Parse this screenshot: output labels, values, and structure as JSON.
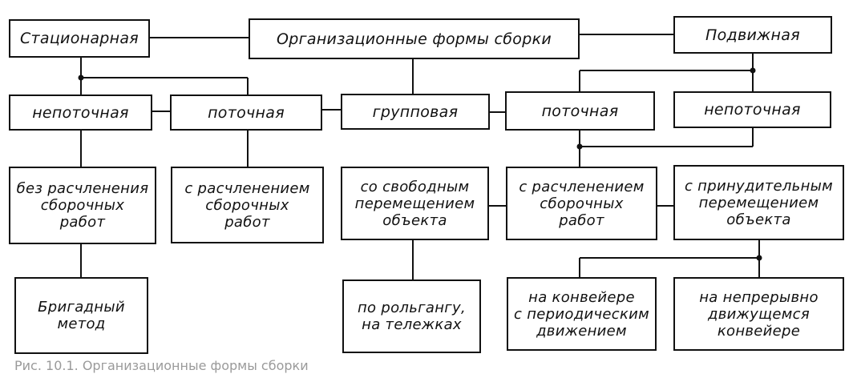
{
  "diagram": {
    "nodes": {
      "title": "Организационные формы сборки",
      "stationary": "Стационарная",
      "mobile": "Подвижная",
      "stationary_nonflow": "непоточная",
      "stationary_flow": "поточная",
      "group": "групповая",
      "mobile_flow": "поточная",
      "mobile_nonflow": "непоточная",
      "without_division": "без расчленения\nсборочных\nработ",
      "with_division_left": "с расчленением\nсборочных\nработ",
      "free_movement": "со свободным\nперемещением\nобъекта",
      "with_division_right": "с расчленением\nсборочных\nработ",
      "forced_movement": "с принудительным\nперемещением\nобъекта",
      "brigade_method": "Бригадный\nметод",
      "roller_carts": "по рольгангу,\nна тележках",
      "periodic_conveyor": "на конвейере\nс периодическим\nдвижением",
      "continuous_conveyor": "на непрерывно\nдвижущемся\nконвейере"
    },
    "caption": "Рис. 10.1. Организационные формы сборки"
  }
}
